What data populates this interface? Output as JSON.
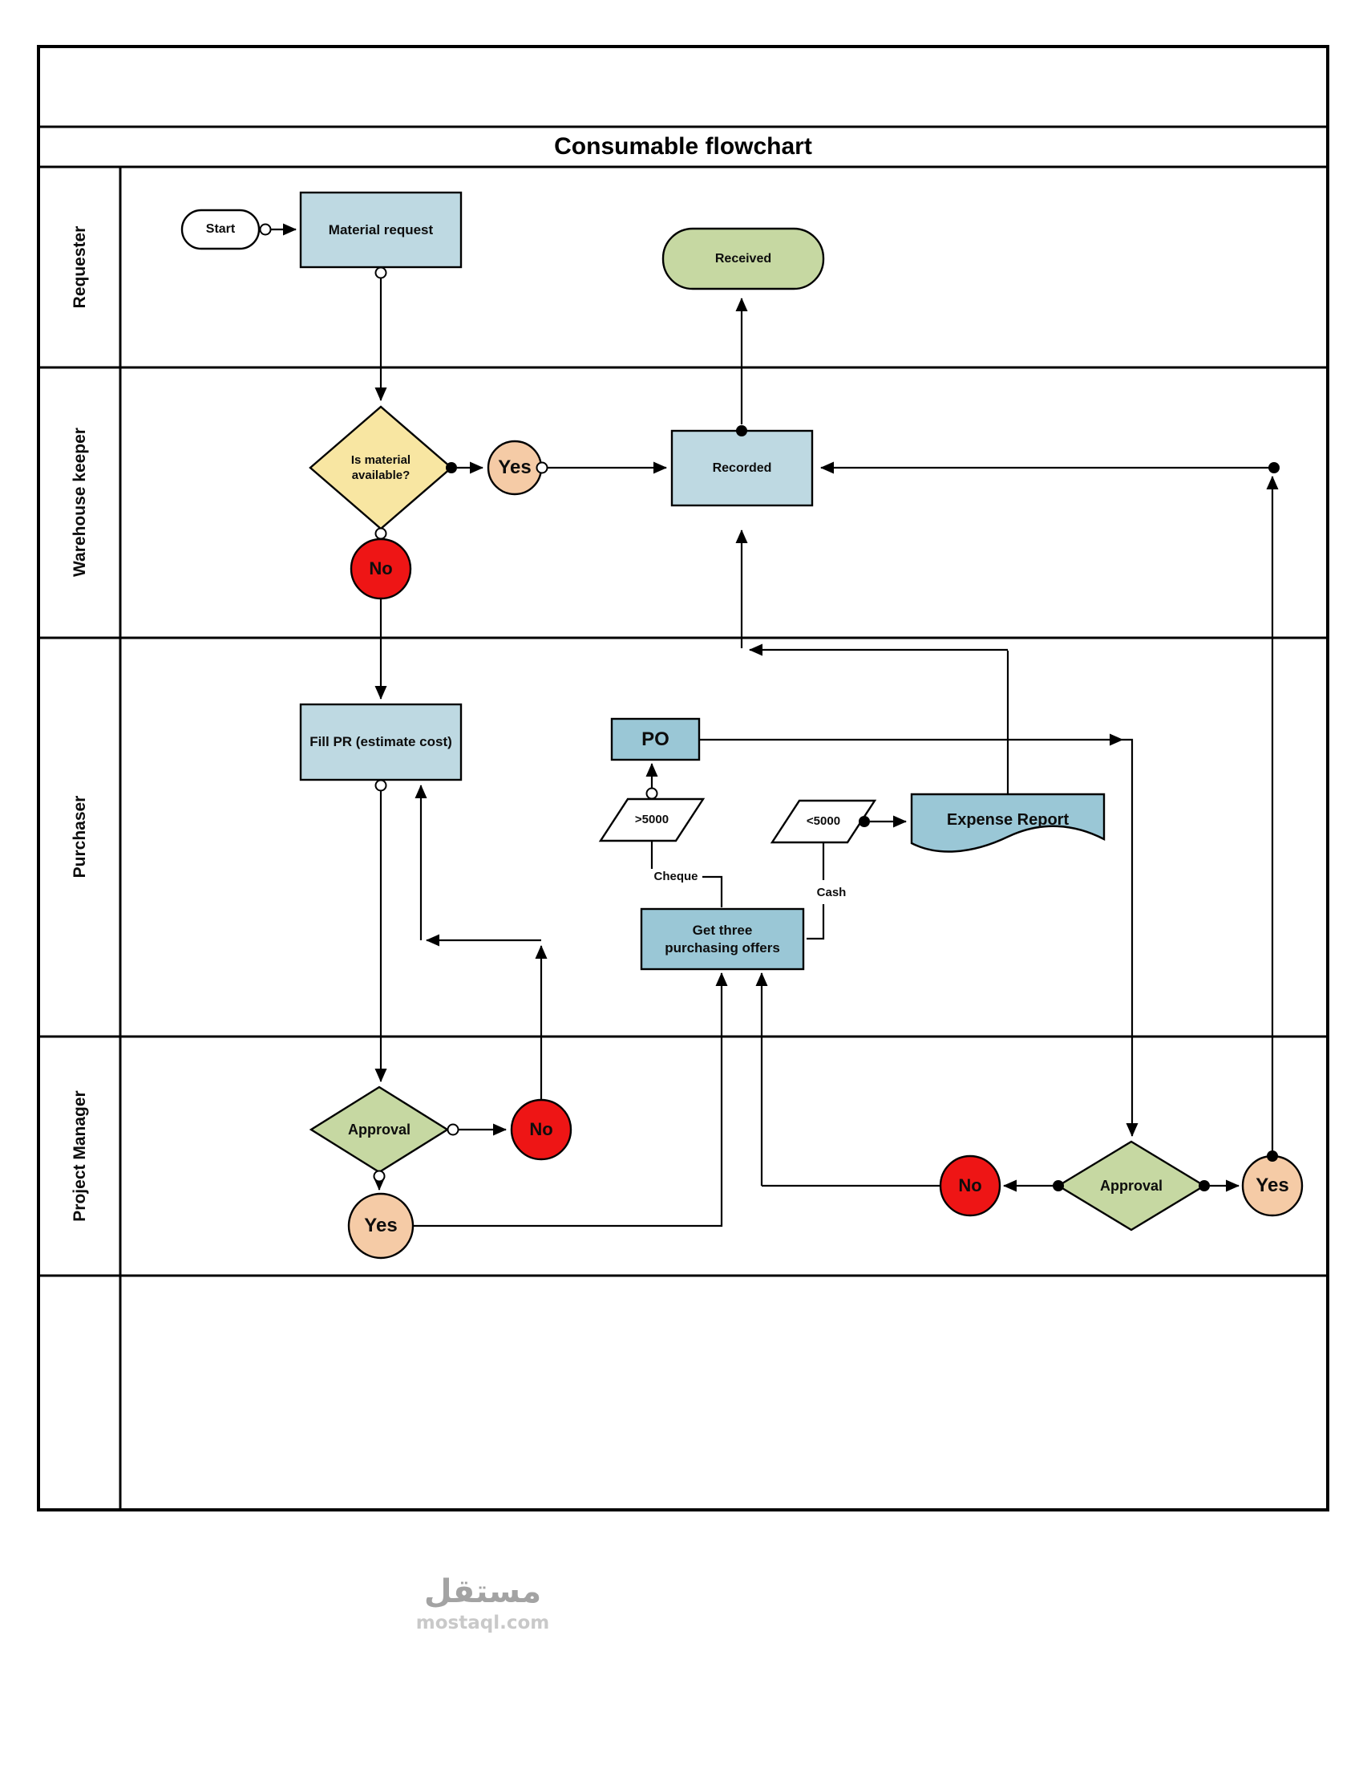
{
  "title": "Consumable flowchart",
  "lanes": {
    "requester": "Requester",
    "warehouse_keeper": "Warehouse keeper",
    "purchaser": "Purchaser",
    "project_manager": "Project Manager"
  },
  "nodes": {
    "start": "Start",
    "material_request": "Material request",
    "received": "Received",
    "is_material_available": "Is material available?",
    "available_yes": "Yes",
    "recorded": "Recorded",
    "available_no": "No",
    "fill_pr": "Fill PR (estimate cost)",
    "po": "PO",
    "over_5000": ">5000",
    "under_5000": "<5000",
    "expense_report": "Expense Report",
    "get_three_offers": "Get three purchasing offers",
    "approval_1": "Approval",
    "approval_1_no": "No",
    "approval_1_yes": "Yes",
    "approval_2": "Approval",
    "approval_2_no": "No",
    "approval_2_yes": "Yes"
  },
  "edge_labels": {
    "cheque": "Cheque",
    "cash": "Cash"
  },
  "colors": {
    "process_light": "#bed9e2",
    "process_medium": "#9ac7d6",
    "decision_yellow": "#f8e6a2",
    "decision_green": "#c6d8a2",
    "end_green": "#c6d8a2",
    "terminator_white": "#ffffff",
    "circle_red": "#ee1515",
    "circle_tan": "#f5cba6",
    "line": "#000000"
  },
  "watermark": {
    "arabic": "مستقل",
    "domain": "mostaql.com"
  }
}
